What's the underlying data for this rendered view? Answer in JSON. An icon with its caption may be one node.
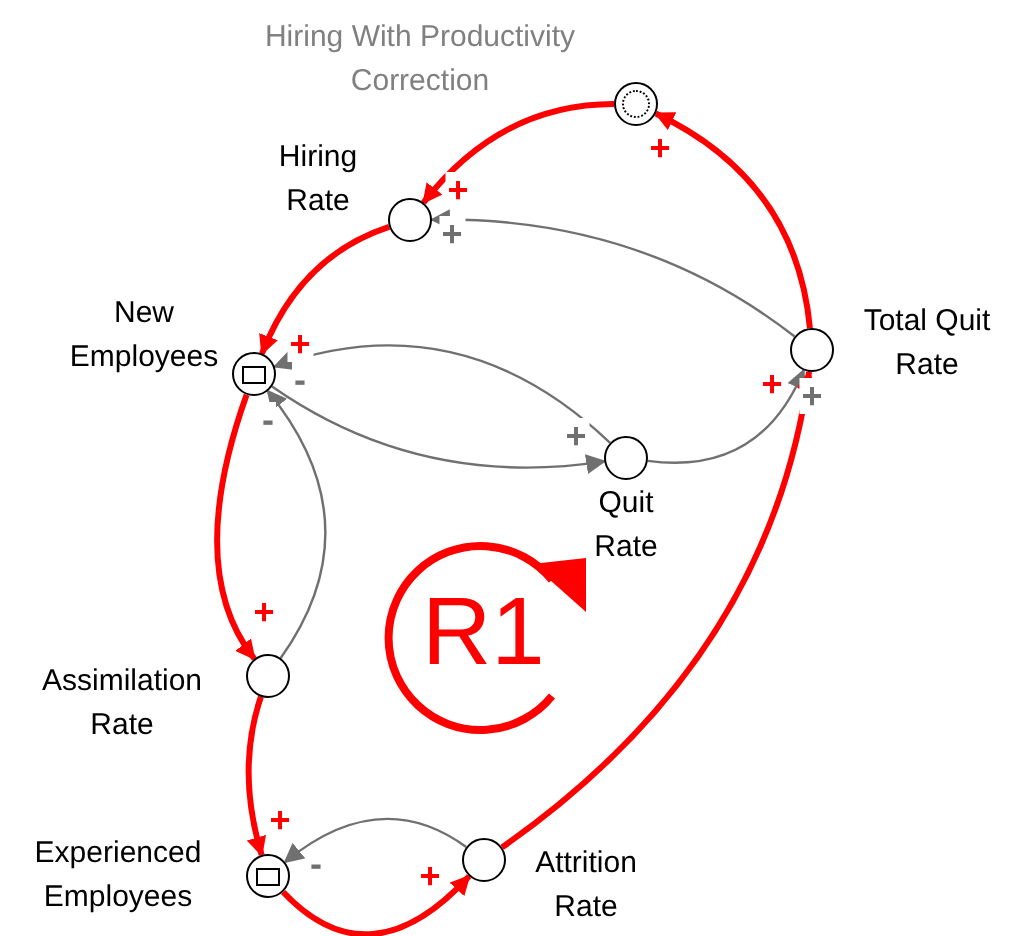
{
  "diagram": {
    "nodes": [
      {
        "text": [
          "Hiring With Productivity Correction"
        ]
      },
      {
        "text": [
          "Hiring Rate"
        ]
      },
      {
        "text": [
          "New Employees"
        ]
      },
      {
        "text": [
          "Total Quit Rate"
        ]
      },
      {
        "text": [
          "Quit Rate"
        ]
      },
      {
        "text": [
          "Assimilation Rate"
        ]
      },
      {
        "text": [
          "Experienced Employees"
        ]
      },
      {
        "text": [
          "Attrition Rate"
        ]
      }
    ],
    "edges": [
      {
        "from": 0,
        "to": 1,
        "arrow": "to",
        "label": "+"
      },
      {
        "from": 1,
        "to": 2,
        "arrow": "to",
        "label": "+"
      },
      {
        "from": 3,
        "to": 0,
        "arrow": "to",
        "label": "+"
      },
      {
        "from": 3,
        "to": 1,
        "arrow": "to",
        "label": "+",
        "color": "#707070"
      },
      {
        "from": 4,
        "to": 2,
        "arrow": "to",
        "label": "-",
        "color": "#707070"
      },
      {
        "from": 2,
        "to": 4,
        "arrow": "to",
        "label": "+",
        "color": "#707070"
      },
      {
        "from": 4,
        "to": 3,
        "arrow": "to",
        "label": "+",
        "color": "#707070"
      },
      {
        "from": 5,
        "to": 2,
        "arrow": "to",
        "label": "-",
        "color": "#707070"
      },
      {
        "from": 2,
        "to": 5,
        "arrow": "to",
        "label": "+"
      },
      {
        "from": 5,
        "to": 6,
        "arrow": "to",
        "label": "+"
      },
      {
        "from": 7,
        "to": 6,
        "arrow": "to",
        "label": "-",
        "color": "#707070"
      },
      {
        "from": 6,
        "to": 7,
        "arrow": "to",
        "label": "+"
      },
      {
        "from": 7,
        "to": 3,
        "arrow": "to",
        "label": "+"
      }
    ],
    "labels": [
      "R1"
    ]
  }
}
